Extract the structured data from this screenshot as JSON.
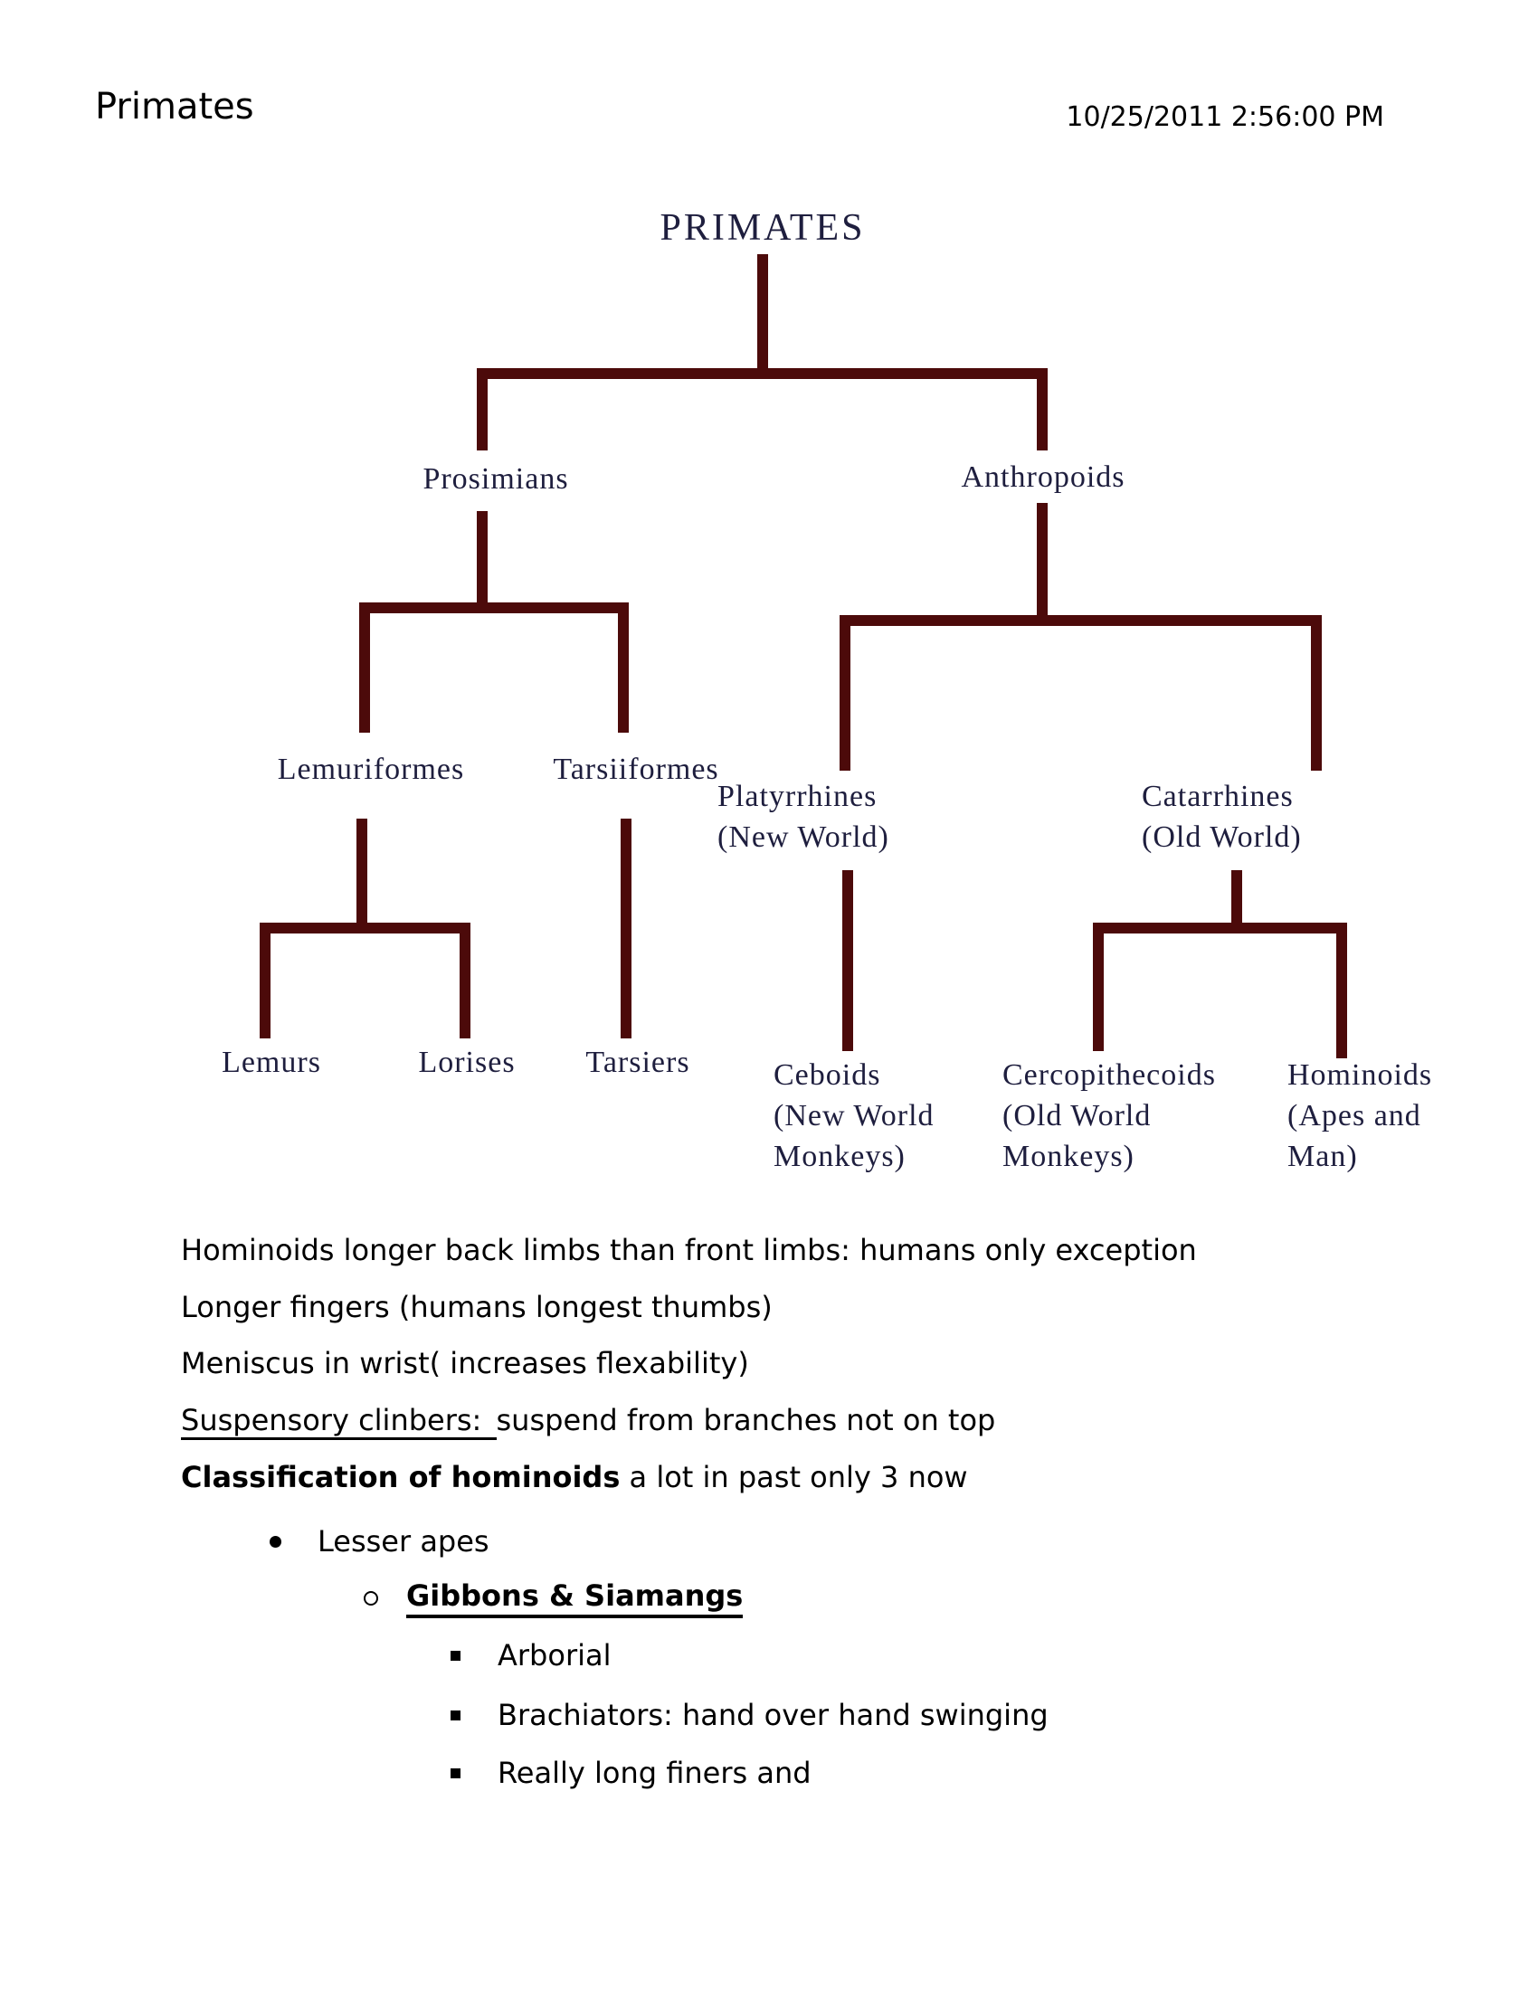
{
  "header": {
    "title": "Primates",
    "timestamp": "10/25/2011 2:56:00 PM"
  },
  "tree": {
    "line_color": "#4c0a0a",
    "label_color": "#1e1e3e",
    "root": "PRIMATES",
    "prosimians": "Prosimians",
    "anthropoids": "Anthropoids",
    "lemuriformes": "Lemuriformes",
    "tarsiiformes": "Tarsiiformes",
    "platyrrhines": [
      "Platyrrhines",
      "(New World)"
    ],
    "catarrhines": [
      "Catarrhines",
      "(Old World)"
    ],
    "lemurs": "Lemurs",
    "lorises": "Lorises",
    "tarsiers": "Tarsiers",
    "ceboids": [
      "Ceboids",
      "(New World",
      "Monkeys)"
    ],
    "cercopithecoids": [
      "Cercopithecoids",
      "(Old World",
      "Monkeys)"
    ],
    "hominoids": [
      "Hominoids",
      "(Apes and",
      "Man)"
    ]
  },
  "notes": {
    "line1": "Hominoids longer back limbs than front limbs: humans only exception",
    "line2": "Longer fingers (humans longest thumbs)",
    "line3": "Meniscus in wrist( increases flexability)",
    "line4_underlined": "Suspensory clinbers: ",
    "line4_rest": "suspend from branches not on top",
    "line5_bold": "Classification of hominoids",
    "line5_rest": " a lot in past only 3 now",
    "bullets": [
      {
        "level": 1,
        "icon": "filled-circle-bullet",
        "text": "Lesser apes"
      },
      {
        "level": 2,
        "icon": "hollow-circle-bullet",
        "text": "Gibbons & Siamangs"
      },
      {
        "level": 3,
        "icon": "filled-square-bullet",
        "text": "Arborial"
      },
      {
        "level": 3,
        "icon": "filled-square-bullet",
        "text": "Brachiators: hand over hand swinging"
      },
      {
        "level": 3,
        "icon": "filled-square-bullet",
        "text": "Really long finers and"
      }
    ]
  }
}
